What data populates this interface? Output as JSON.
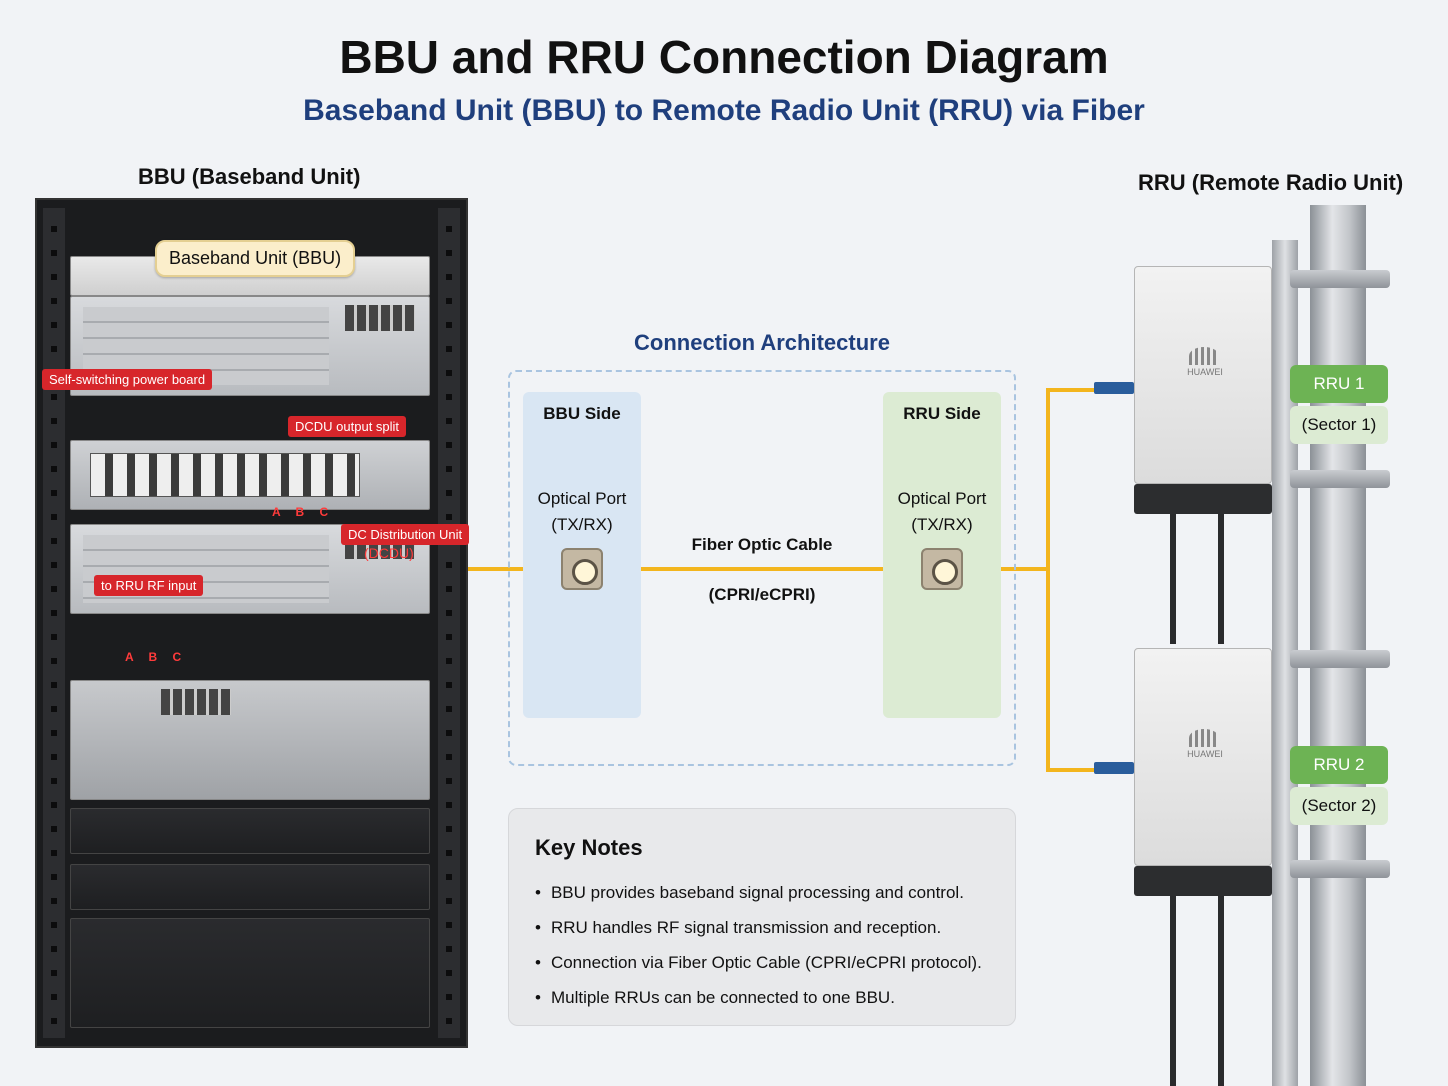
{
  "title": "BBU and RRU Connection Diagram",
  "subtitle": "Baseband Unit (BBU) to Remote Radio Unit (RRU) via Fiber",
  "bbu": {
    "heading": "BBU (Baseband Unit)",
    "tag": "Baseband Unit (BBU)",
    "annotations": {
      "power_board": "Self-switching power board",
      "dcdu_split": "DCDU output split",
      "dc_distribution": "DC Distribution Unit",
      "dcdu_paren": "(DCDU)",
      "rf_input": "to RRU RF input",
      "letters_top": "A B C",
      "letters_bottom": "A B C"
    }
  },
  "architecture": {
    "title": "Connection Architecture",
    "bbu_side": {
      "title": "BBU Side",
      "port_line1": "Optical Port",
      "port_line2": "(TX/RX)"
    },
    "rru_side": {
      "title": "RRU Side",
      "port_line1": "Optical Port",
      "port_line2": "(TX/RX)"
    },
    "cable_label": "Fiber Optic Cable",
    "protocol_label": "(CPRI/eCPRI)"
  },
  "notes": {
    "title": "Key Notes",
    "items": [
      "BBU provides baseband signal processing and control.",
      "RRU handles RF signal transmission and reception.",
      "Connection via Fiber Optic Cable (CPRI/eCPRI protocol).",
      "Multiple RRUs can be connected to one BBU."
    ]
  },
  "rru": {
    "heading": "RRU (Remote Radio Unit)",
    "units": [
      {
        "label": "RRU 1",
        "sector": "(Sector 1)",
        "brand": "HUAWEI"
      },
      {
        "label": "RRU 2",
        "sector": "(Sector 2)",
        "brand": "HUAWEI"
      }
    ]
  },
  "colors": {
    "fiber": "#f3b51d",
    "title_blue": "#1f3f7d",
    "annotation_red": "#d7262b",
    "rru_green": "#6db354"
  }
}
